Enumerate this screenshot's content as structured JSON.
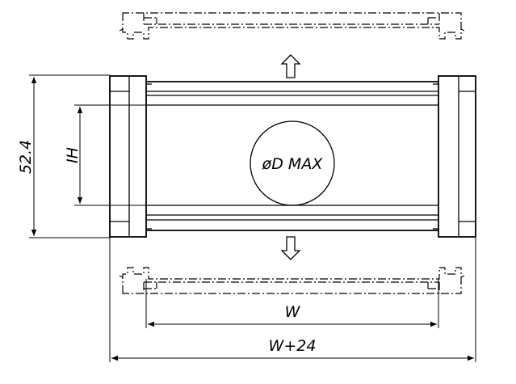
{
  "labels": {
    "height_dim": "52.4",
    "inner_height": "IH",
    "diameter_max": "øD MAX",
    "width": "W",
    "overall_width": "W+24"
  }
}
